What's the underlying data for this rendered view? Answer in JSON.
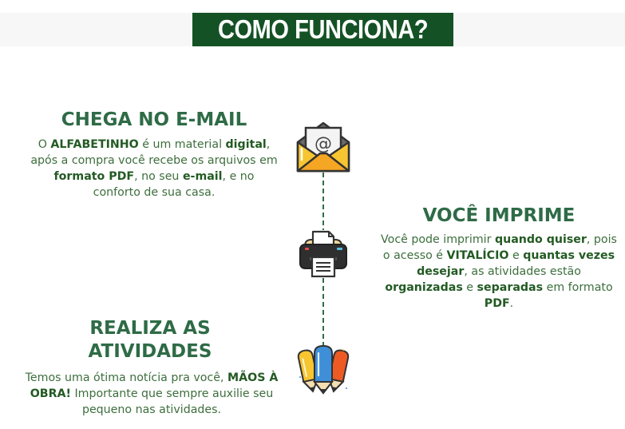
{
  "header": {
    "title": "COMO FUNCIONA?"
  },
  "steps": [
    {
      "title": "CHEGA NO E-MAIL",
      "icon": "email-envelope-icon",
      "body": [
        {
          "t": "O ",
          "b": false
        },
        {
          "t": "ALFABETINHO",
          "b": true
        },
        {
          "t": " é um material ",
          "b": false
        },
        {
          "t": "digital",
          "b": true
        },
        {
          "t": ", após a compra você recebe os arquivos em ",
          "b": false
        },
        {
          "t": "formato PDF",
          "b": true
        },
        {
          "t": ", no seu ",
          "b": false
        },
        {
          "t": "e-mail",
          "b": true
        },
        {
          "t": ", e no conforto de sua casa.",
          "b": false
        }
      ]
    },
    {
      "title": "VOCÊ IMPRIME",
      "icon": "printer-icon",
      "body": [
        {
          "t": "Você pode imprimir ",
          "b": false
        },
        {
          "t": "quando quiser",
          "b": true
        },
        {
          "t": ", pois o acesso é ",
          "b": false
        },
        {
          "t": "VITALÍCIO",
          "b": true
        },
        {
          "t": " e ",
          "b": false
        },
        {
          "t": "quantas vezes desejar",
          "b": true
        },
        {
          "t": ", as atividades estão ",
          "b": false
        },
        {
          "t": "organizadas",
          "b": true
        },
        {
          "t": " e ",
          "b": false
        },
        {
          "t": "separadas",
          "b": true
        },
        {
          "t": " em formato ",
          "b": false
        },
        {
          "t": "PDF",
          "b": true
        },
        {
          "t": ".",
          "b": false
        }
      ]
    },
    {
      "title": "REALIZA AS ATIVIDADES",
      "icon": "pencils-icon",
      "body": [
        {
          "t": "Temos uma ótima notícia pra você, ",
          "b": false
        },
        {
          "t": "MÃOS À OBRA!",
          "b": true
        },
        {
          "t": " Importante que sempre auxilie seu pequeno nas atividades.",
          "b": false
        }
      ]
    }
  ],
  "colors": {
    "title_bg": "#145225",
    "title_text": "#ffffff",
    "heading": "#2e6b46",
    "body_text": "#3d6e3d",
    "bold_text": "#235a23",
    "connector": "#2f6b47",
    "band": "#f7f7f7"
  }
}
